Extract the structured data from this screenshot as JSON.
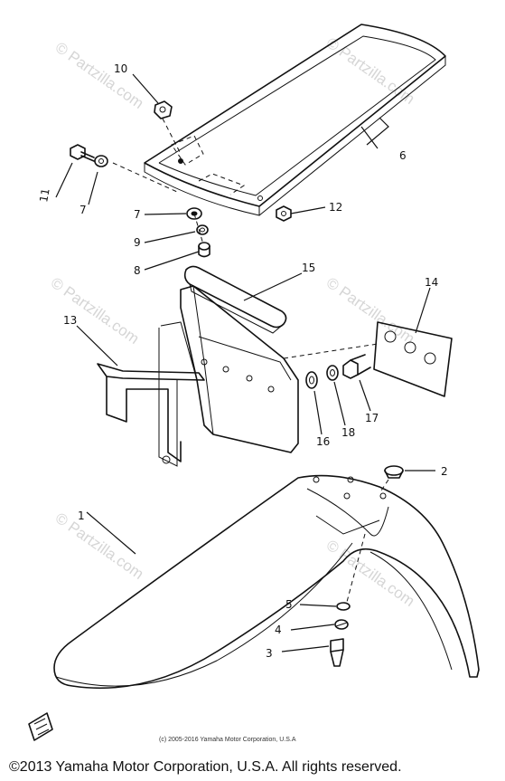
{
  "watermark": "© Partzilla.com",
  "copyright_inner": "(c) 2005-2016 Yamaha Motor Corporation, U.S.A",
  "copyright_outer": "©2013 Yamaha Motor Corporation, U.S.A. All rights reserved.",
  "callouts": {
    "c1": "1",
    "c2": "2",
    "c3": "3",
    "c4": "4",
    "c5": "5",
    "c6": "6",
    "c7a": "7",
    "c7b": "7",
    "c8": "8",
    "c9": "9",
    "c10": "10",
    "c11": "11",
    "c12": "12",
    "c13": "13",
    "c14": "14",
    "c15": "15",
    "c16": "16",
    "c17": "17",
    "c18": "18"
  }
}
